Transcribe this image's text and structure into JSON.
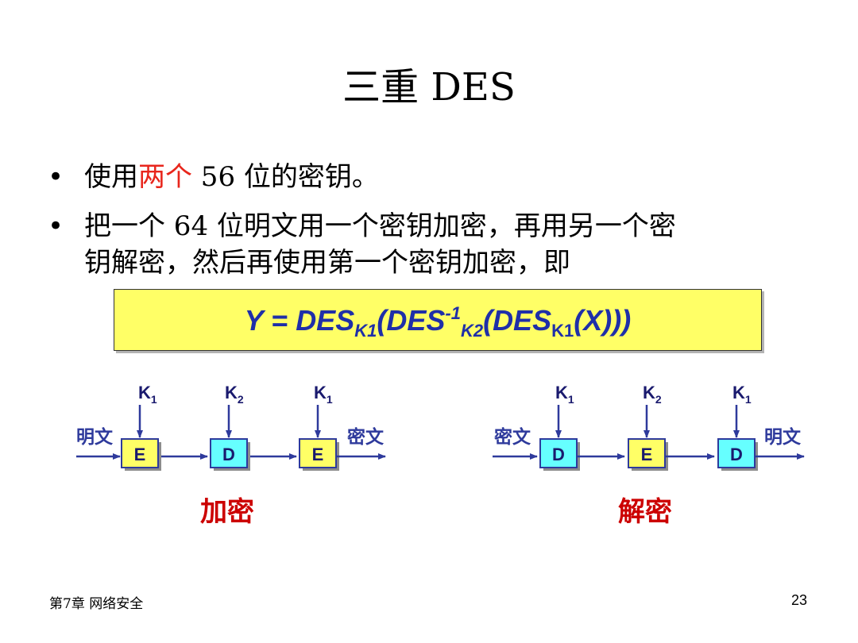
{
  "title": "三重 DES",
  "bullets": [
    {
      "marker": "•",
      "before": "使用",
      "highlight": "两个",
      "after": " 56 位的密钥。"
    },
    {
      "marker": "•",
      "line1": "把一个 64 位明文用一个密钥加密，再用另一个密",
      "line2": "钥解密，然后再使用第一个密钥加密，即"
    }
  ],
  "formula": {
    "y": "Y",
    "equals": " = ",
    "des1": "DES",
    "k1a": "K1",
    "open1": "(",
    "des2": "DES",
    "inv": "-1",
    "k2": "K2",
    "open2": "(",
    "des3": "DES",
    "k1b": "K1",
    "open3": "(",
    "x": "X",
    "close": ")))"
  },
  "encrypt": {
    "input": "明文",
    "output": "密文",
    "stages": [
      {
        "box": "E",
        "key": "K",
        "key_sub": "1"
      },
      {
        "box": "D",
        "key": "K",
        "key_sub": "2"
      },
      {
        "box": "E",
        "key": "K",
        "key_sub": "1"
      }
    ],
    "label": "加密"
  },
  "decrypt": {
    "input": "密文",
    "output": "明文",
    "stages": [
      {
        "box": "D",
        "key": "K",
        "key_sub": "1"
      },
      {
        "box": "E",
        "key": "K",
        "key_sub": "2"
      },
      {
        "box": "D",
        "key": "K",
        "key_sub": "1"
      }
    ],
    "label": "解密"
  },
  "colors": {
    "accent_red": "#e8261c",
    "formula_fill": "#ffff66",
    "formula_text": "#1f2fa8",
    "arrow": "#2e3a9c",
    "encrypt_box_fill": "#ffff66",
    "decrypt_box_fill": "#66ffff",
    "label_red": "#cc0000"
  },
  "footer": {
    "chapter": "第7章 网络安全",
    "page": "23"
  }
}
